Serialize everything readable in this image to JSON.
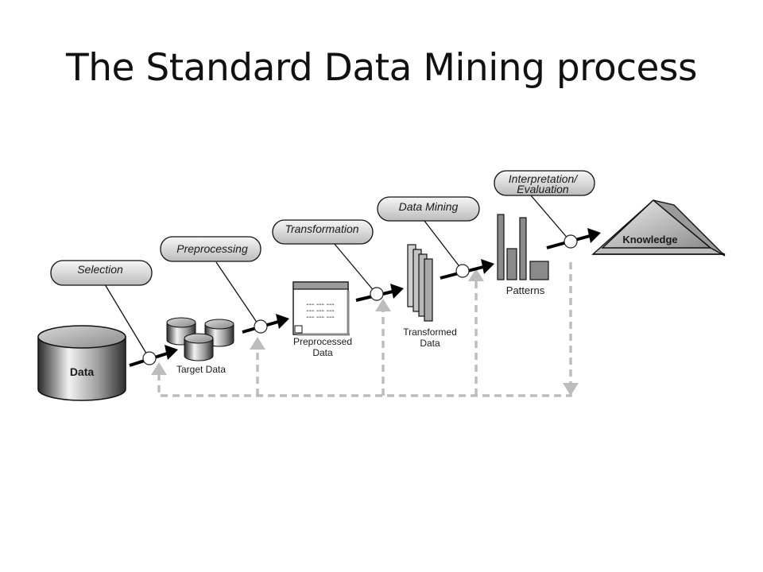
{
  "title": "The Standard Data Mining process",
  "steps": {
    "selection": "Selection",
    "preprocessing": "Preprocessing",
    "transformation": "Transformation",
    "data_mining": "Data Mining",
    "interpretation_line1": "Interpretation/",
    "interpretation_line2": "Evaluation"
  },
  "nodes": {
    "data": "Data",
    "target_data": "Target Data",
    "preprocessed_line1": "Preprocessed",
    "preprocessed_line2": "Data",
    "transformed_line1": "Transformed",
    "transformed_line2": "Data",
    "patterns": "Patterns",
    "knowledge": "Knowledge"
  },
  "doc_lines": [
    "--- --- ---",
    "--- --- ---",
    "--- --- ---"
  ]
}
